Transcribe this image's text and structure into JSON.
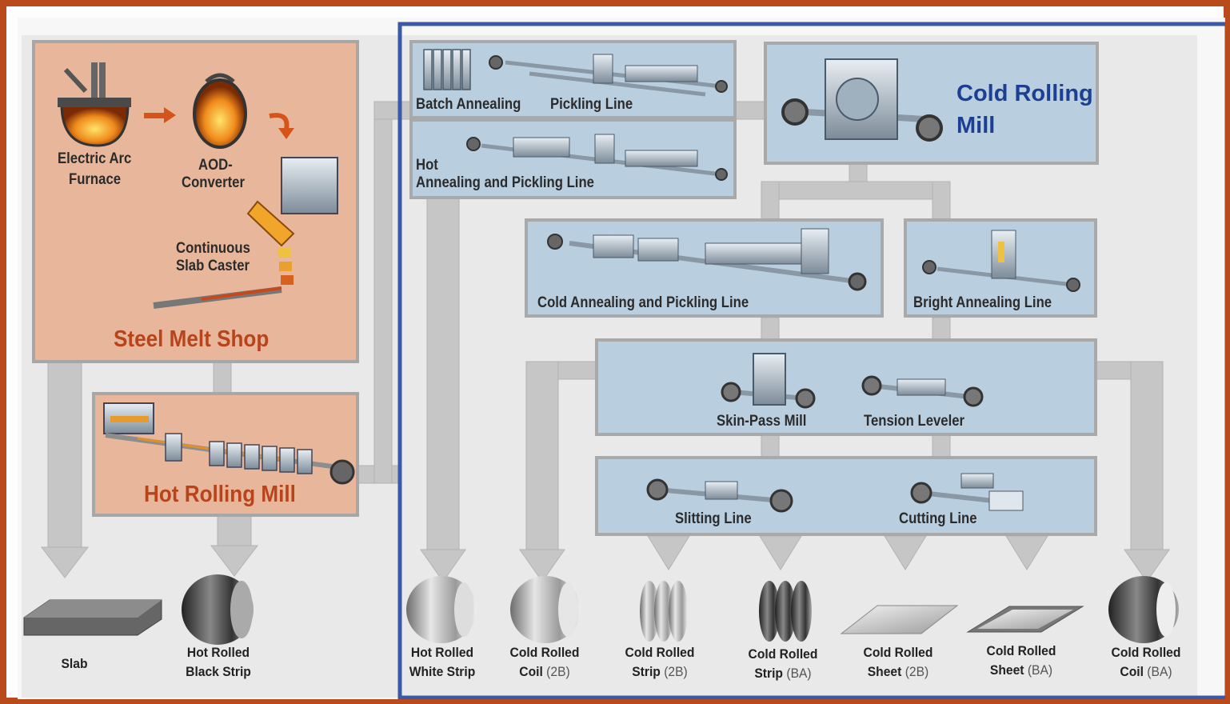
{
  "steel_melt_shop": {
    "title": "Steel Melt Shop",
    "electric_arc_furnace": [
      "Electric Arc",
      "Furnace"
    ],
    "aod_converter": [
      "AOD-",
      "Converter"
    ],
    "continuous_slab_caster": [
      "Continuous",
      "Slab Caster"
    ]
  },
  "hot_rolling_mill": {
    "title": "Hot Rolling Mill"
  },
  "cold_rolling_mill": {
    "title_line1": "Cold Rolling",
    "title_line2": "Mill"
  },
  "lines": {
    "batch_annealing": "Batch Annealing",
    "pickling_line": "Pickling Line",
    "hot_annealing_line1": "Hot",
    "hot_annealing_line2": "Annealing and Pickling Line",
    "cold_annealing": "Cold Annealing and Pickling Line",
    "bright_annealing": "Bright Annealing Line",
    "skin_pass": "Skin-Pass Mill",
    "tension_leveler": "Tension Leveler",
    "slitting": "Slitting Line",
    "cutting": "Cutting Line"
  },
  "products": [
    {
      "line1": "Slab",
      "line2": "",
      "suffix": ""
    },
    {
      "line1": "Hot Rolled",
      "line2": "Black Strip",
      "suffix": ""
    },
    {
      "line1": "Hot Rolled",
      "line2": "White Strip",
      "suffix": ""
    },
    {
      "line1": "Cold Rolled",
      "line2": "Coil",
      "suffix": "(2B)"
    },
    {
      "line1": "Cold Rolled",
      "line2": "Strip",
      "suffix": "(2B)"
    },
    {
      "line1": "Cold Rolled",
      "line2": "Strip",
      "suffix": "(BA)"
    },
    {
      "line1": "Cold Rolled",
      "line2": "Sheet",
      "suffix": "(2B)"
    },
    {
      "line1": "Cold Rolled",
      "line2": "Sheet",
      "suffix": "(BA)"
    },
    {
      "line1": "Cold Rolled",
      "line2": "Coil",
      "suffix": "(BA)"
    }
  ],
  "colors": {
    "frame": "#b84a1c",
    "melt_shop_fill": "#e8b79b",
    "title_orange": "#b8441c",
    "title_blue": "#1d3f93",
    "plant_box_fill": "#b9cfe0",
    "connector_gray": "#c8c8c8",
    "cold_region_border": "#3a5aa8"
  }
}
